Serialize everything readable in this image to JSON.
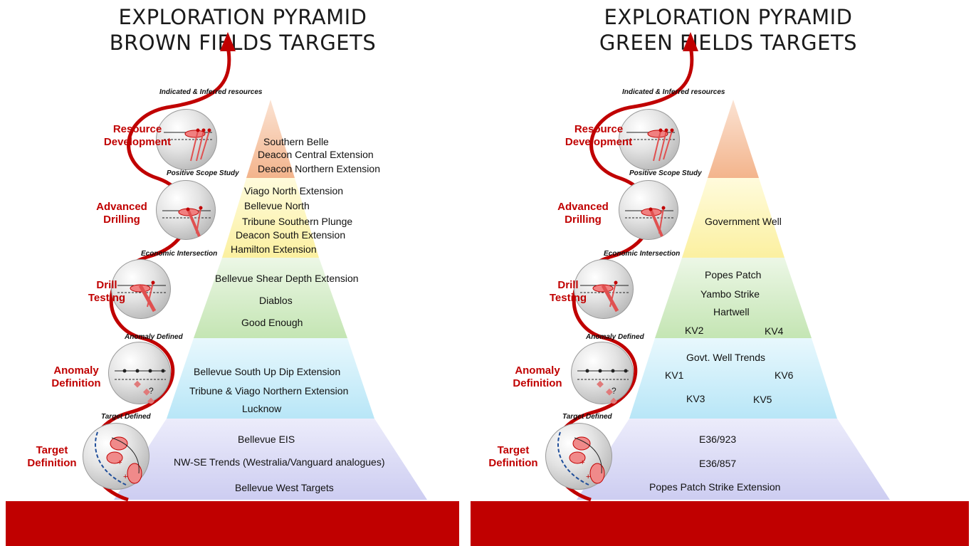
{
  "left": {
    "title_line1": "EXPLORATION PYRAMID",
    "title_line2": "BROWN FIELDS TARGETS",
    "stages": [
      {
        "line1": "Resource",
        "line2": "Development"
      },
      {
        "line1": "Advanced",
        "line2": "Drilling"
      },
      {
        "line1": "Drill",
        "line2": "Testing"
      },
      {
        "line1": "Anomaly",
        "line2": "Definition"
      },
      {
        "line1": "Target",
        "line2": "Definition"
      }
    ],
    "milestones": [
      "Indicated  & Inferred resources",
      "Positive Scope Study",
      "Economic Intersection",
      "Anomaly Defined",
      "Target Defined"
    ],
    "tiers": [
      [
        "Southern Belle",
        "Deacon Central Extension",
        "Deacon Northern Extension"
      ],
      [
        "Viago North Extension",
        "Bellevue North",
        "Tribune Southern Plunge",
        "Deacon South Extension",
        "Hamilton Extension"
      ],
      [
        "Bellevue Shear Depth Extension",
        "Diablos",
        "Good Enough"
      ],
      [
        "Bellevue South Up Dip Extension",
        "Tribune & Viago Northern Extension",
        "Lucknow"
      ],
      [
        "Bellevue EIS",
        "NW-SE Trends (Westralia/Vanguard analogues)",
        "Bellevue West Targets"
      ]
    ]
  },
  "right": {
    "title_line1": "EXPLORATION PYRAMID",
    "title_line2": "GREEN FIELDS TARGETS",
    "stages": [
      {
        "line1": "Resource",
        "line2": "Development"
      },
      {
        "line1": "Advanced",
        "line2": "Drilling"
      },
      {
        "line1": "Drill",
        "line2": "Testing"
      },
      {
        "line1": "Anomaly",
        "line2": "Definition"
      },
      {
        "line1": "Target",
        "line2": "Definition"
      }
    ],
    "milestones": [
      "Indicated  & Inferred resources",
      "Positive Scope Study",
      "Economic Intersection",
      "Anomaly Defined",
      "Target Defined"
    ],
    "tiers": [
      [],
      [
        "Government Well"
      ],
      [
        "Popes Patch",
        "Yambo Strike",
        "Hartwell",
        "KV2",
        "KV4"
      ],
      [
        "Govt. Well Trends",
        "KV1",
        "KV6",
        "KV3",
        "KV5"
      ],
      [
        "E36/923",
        "E36/857",
        "Popes Patch Strike Extension"
      ]
    ]
  },
  "colors": {
    "accent_red": "#c00000",
    "tier_resource": "#f7c9a8",
    "tier_advanced": "#fdf6b5",
    "tier_drill": "#d3ecc7",
    "tier_anomaly": "#c8ecf8",
    "tier_target": "#d8d8f4"
  }
}
